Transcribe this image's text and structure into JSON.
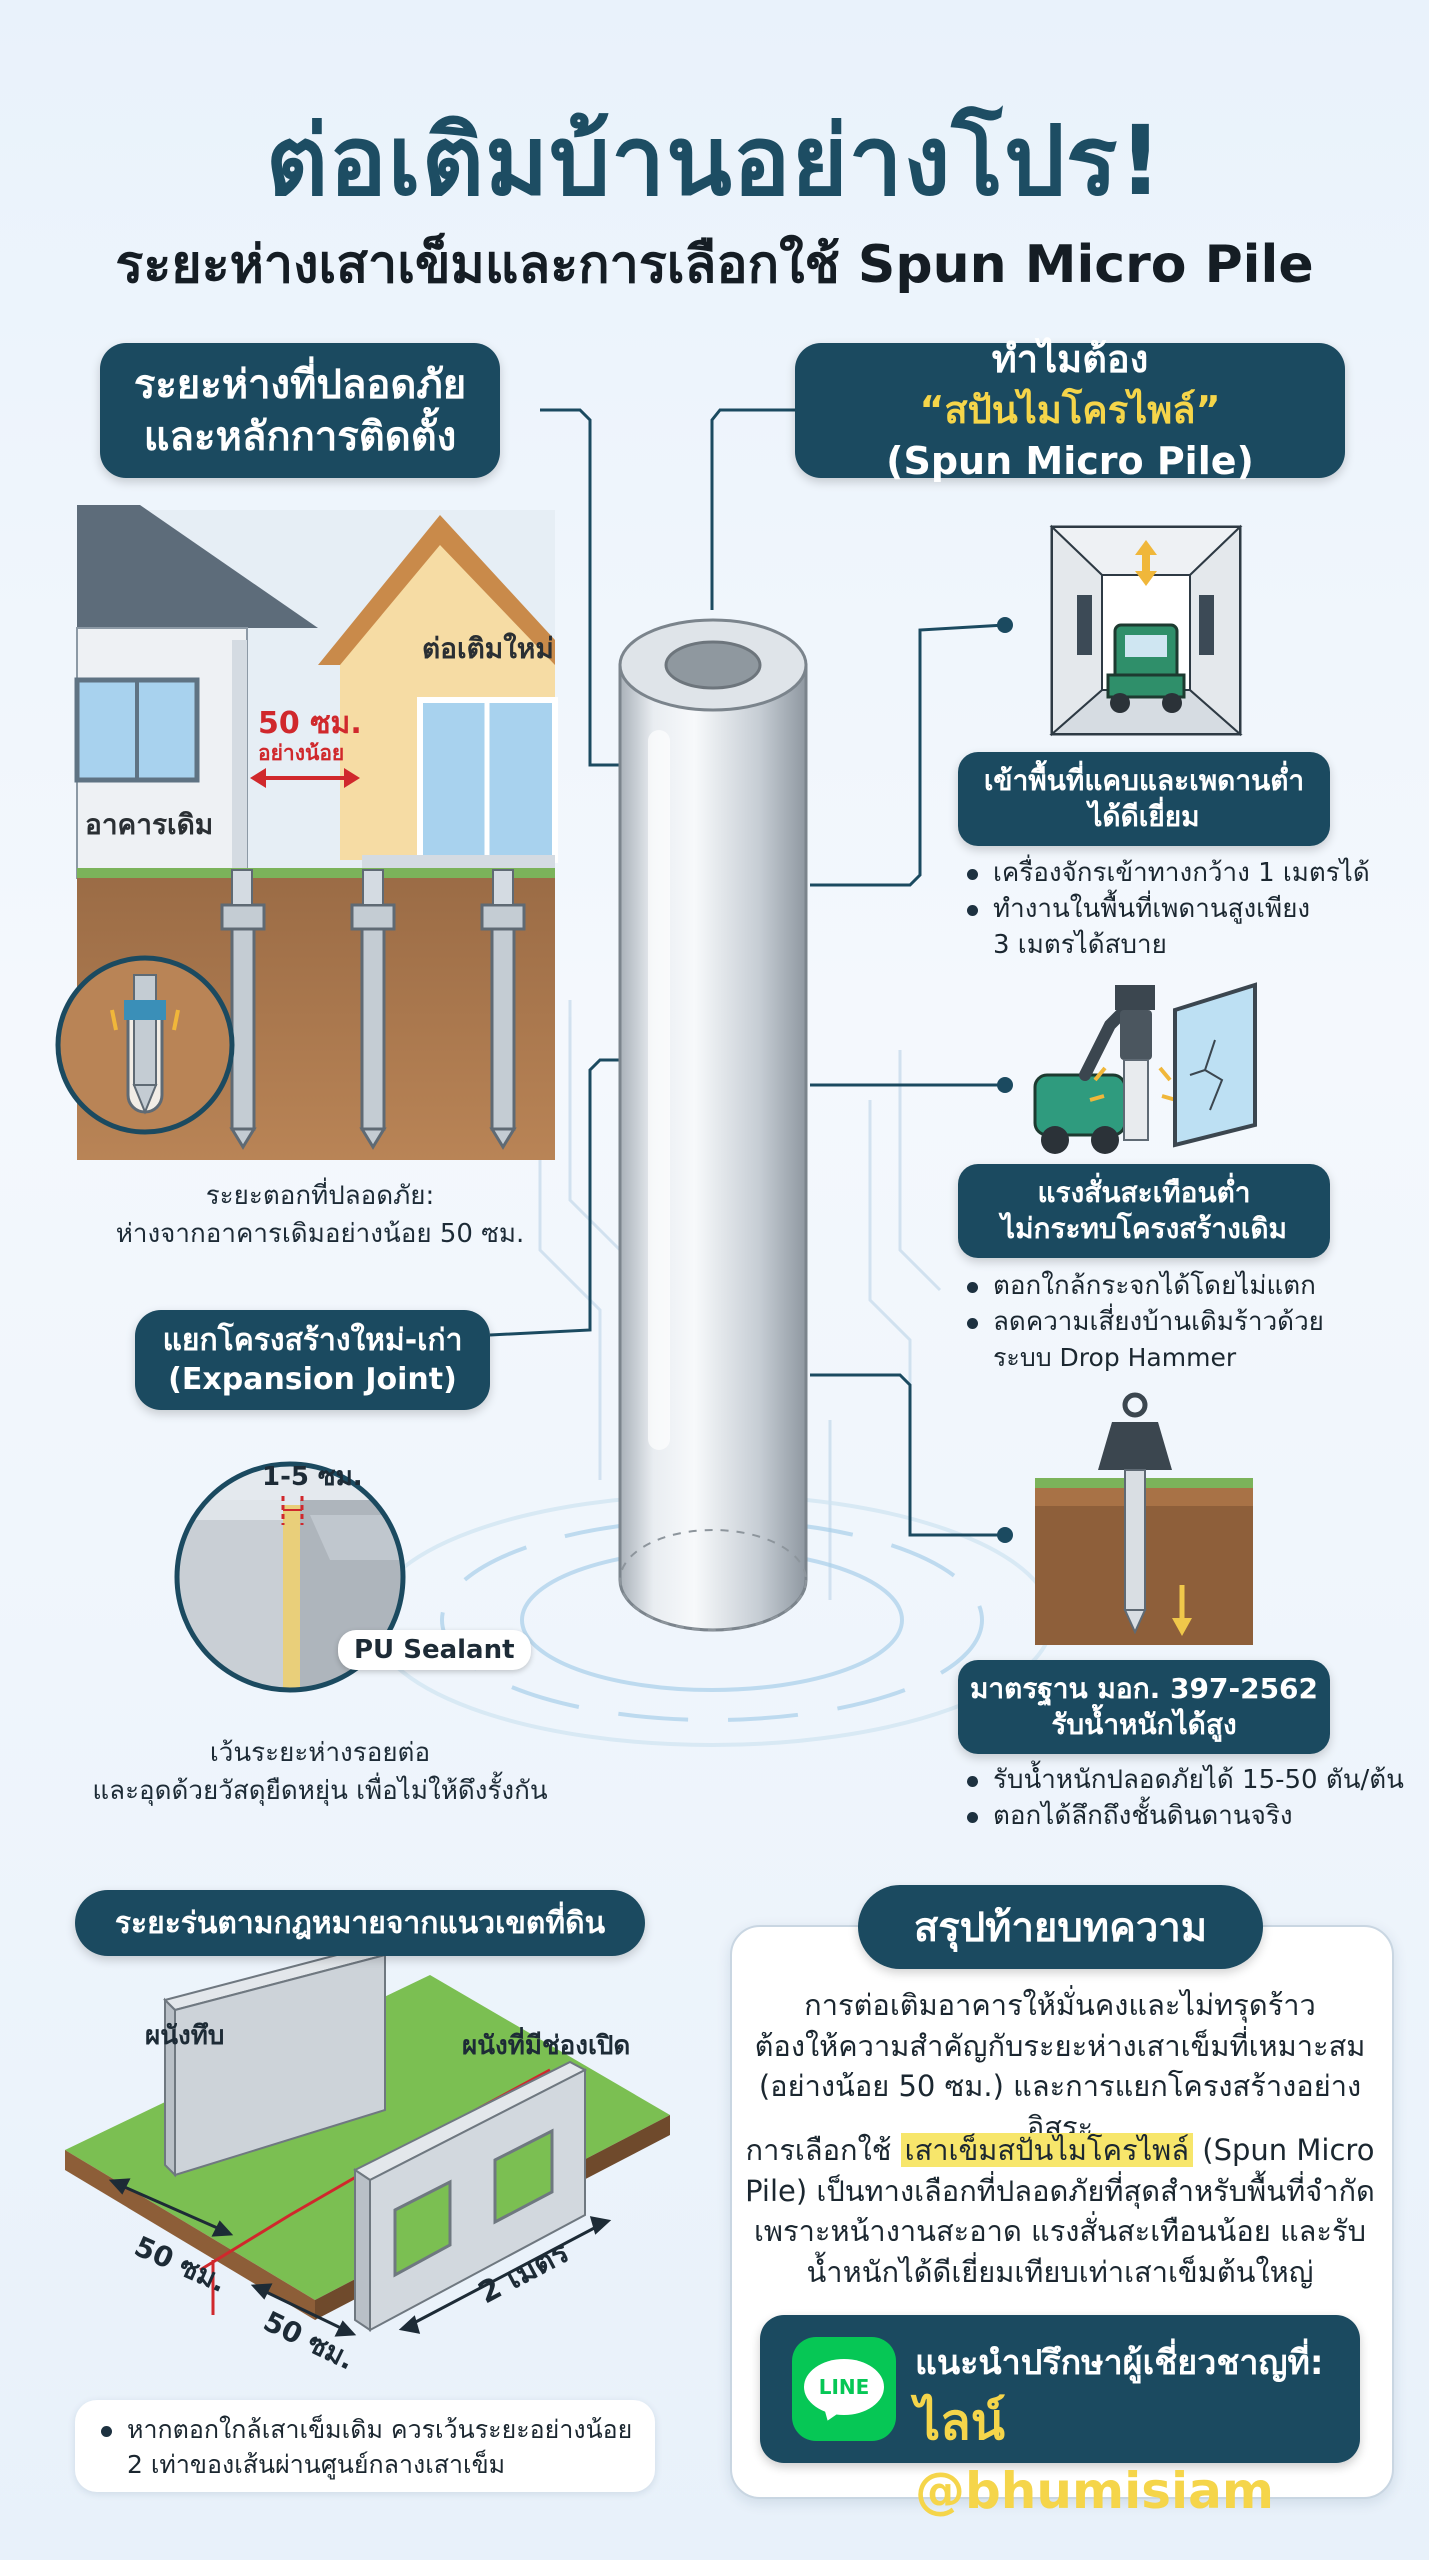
{
  "header": {
    "title": "ต่อเติมบ้านอย่างโปร!",
    "subtitle": "ระยะห่างเสาเข็มและการเลือกใช้ Spun Micro Pile"
  },
  "left_safe": {
    "heading_line1": "ระยะห่างที่ปลอดภัย",
    "heading_line2": "และหลักการติดตั้ง",
    "new_building_label": "ต่อเติมใหม่",
    "old_building_label": "อาคารเดิม",
    "gap_value": "50 ซม.",
    "gap_note": "อย่างน้อย",
    "caption_line1": "ระยะตอกที่ปลอดภัย:",
    "caption_line2": "ห่างจากอาคารเดิมอย่างน้อย 50 ซม."
  },
  "expansion": {
    "heading_line1": "แยกโครงสร้างใหม่-เก่า",
    "heading_line2": "(Expansion Joint)",
    "gap_label": "1-5 ซม.",
    "sealant_label": "PU Sealant",
    "caption_line1": "เว้นระยะห่างรอยต่อ",
    "caption_line2": "และอุดด้วยวัสดุยืดหยุ่น เพื่อไม่ให้ดึงรั้งกัน"
  },
  "why": {
    "heading_prefix": "ทำไมต้อง",
    "heading_highlight": "“สปันไมโครไพล์”",
    "heading_line2": "(Spun Micro Pile)"
  },
  "benefits": [
    {
      "title_line1": "เข้าพื้นที่แคบและเพดานต่ำ",
      "title_line2": "ได้ดีเยี่ยม",
      "points": [
        "เครื่องจักรเข้าทางกว้าง 1 เมตรได้",
        "ทำงานในพื้นที่เพดานสูงเพียง",
        "3 เมตรได้สบาย"
      ]
    },
    {
      "title_line1": "แรงสั่นสะเทือนต่ำ",
      "title_line2": "ไม่กระทบโครงสร้างเดิม",
      "points": [
        "ตอกใกล้กระจกได้โดยไม่แตก",
        "ลดความเสี่ยงบ้านเดิมร้าวด้วย",
        "ระบบ Drop Hammer"
      ]
    },
    {
      "title_line1": "มาตรฐาน มอก. 397-2562",
      "title_line2": "รับน้ำหนักได้สูง",
      "points": [
        "รับน้ำหนักปลอดภัยได้ 15-50 ตัน/ต้น",
        "ตอกได้ลึกถึงชั้นดินดานจริง"
      ]
    }
  ],
  "setback": {
    "heading": "ระยะร่นตามกฎหมายจากแนวเขตที่ดิน",
    "solid_wall_label": "ผนังทึบ",
    "open_wall_label": "ผนังที่มีช่องเปิด",
    "dim_solid": "50 ซม.",
    "dim_open": "50 ซม.",
    "dim_width": "2 เมตร",
    "note_line1": "หากตอกใกล้เสาเข็มเดิม ควรเว้นระยะอย่างน้อย",
    "note_line2": "2 เท่าของเส้นผ่านศูนย์กลางเสาเข็ม"
  },
  "summary": {
    "heading": "สรุปท้ายบทความ",
    "p1_line1": "การต่อเติมอาคารให้มั่นคงและไม่ทรุดร้าว",
    "p1_line2": "ต้องให้ความสำคัญกับระยะห่างเสาเข็มที่เหมาะสม",
    "p1_line3": "(อย่างน้อย 50 ซม.) และการแยกโครงสร้างอย่างอิสระ",
    "p2_pre": "การเลือกใช้",
    "p2_mark": "เสาเข็มสปันไมโครไพล์",
    "p2_post": "(Spun Micro",
    "p2_line2": "Pile) เป็นทางเลือกที่ปลอดภัยที่สุดสำหรับพื้นที่จำกัด",
    "p2_line3": "เพราะหน้างานสะอาด แรงสั่นสะเทือนน้อย และรับ",
    "p2_line4": "น้ำหนักได้ดีเยี่ยมเทียบเท่าเสาเข็มต้นใหญ่",
    "cta_line1": "แนะนำปรึกษาผู้เชี่ยวชาญที่:",
    "cta_line2": "ไลน์ @bhumisiam",
    "line_logo": "LINE"
  },
  "colors": {
    "navy": "#1b4a60",
    "title": "#1d4d63",
    "accent_red": "#d0282c",
    "highlight_yellow": "#f5d54a",
    "line_green": "#06c755"
  }
}
